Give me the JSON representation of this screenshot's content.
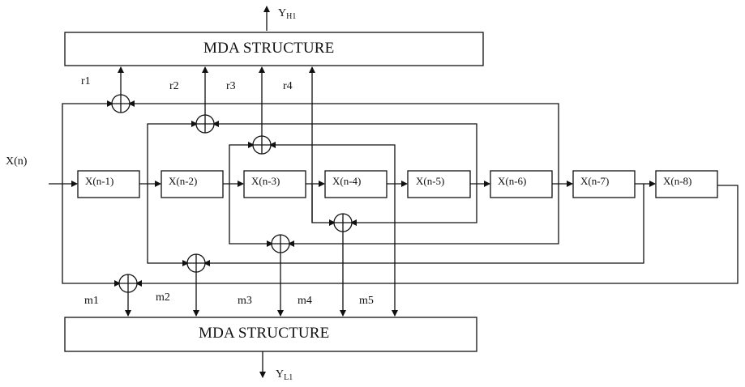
{
  "diagram": {
    "type": "block-diagram",
    "input_label": "X(n)",
    "top_block": {
      "title": "MDA STRUCTURE",
      "output_label": {
        "main": "Y",
        "sub": "H1"
      }
    },
    "bottom_block": {
      "title": "MDA STRUCTURE",
      "output_label": {
        "main": "Y",
        "sub": "L1"
      }
    },
    "delays": [
      "X(n-1)",
      "X(n-2)",
      "X(n-3)",
      "X(n-4)",
      "X(n-5)",
      "X(n-6)",
      "X(n-7)",
      "X(n-8)"
    ],
    "top_signals": [
      "r1",
      "r2",
      "r3",
      "r4"
    ],
    "bottom_signals": [
      "m1",
      "m2",
      "m3",
      "m4",
      "m5"
    ],
    "adders": {
      "top": [
        {
          "name": "r1",
          "inputs": [
            "X(n)",
            "X(n-6)"
          ]
        },
        {
          "name": "r2",
          "inputs": [
            "X(n-1)",
            "X(n-5)"
          ]
        },
        {
          "name": "r3",
          "inputs": [
            "X(n-2)",
            "X(n-4)"
          ]
        },
        {
          "name": "r4",
          "inputs": [
            "X(n-3)"
          ]
        }
      ],
      "bottom": [
        {
          "name": "m1",
          "inputs": [
            "X(n)",
            "X(n-8)"
          ]
        },
        {
          "name": "m2",
          "inputs": [
            "X(n-1)",
            "X(n-7)"
          ]
        },
        {
          "name": "m3",
          "inputs": [
            "X(n-2)",
            "X(n-6)"
          ]
        },
        {
          "name": "m4",
          "inputs": [
            "X(n-3)",
            "X(n-5)"
          ]
        },
        {
          "name": "m5",
          "inputs": [
            "X(n-4)"
          ]
        }
      ]
    },
    "colors": {
      "line": "#111111",
      "background": "#ffffff"
    }
  }
}
